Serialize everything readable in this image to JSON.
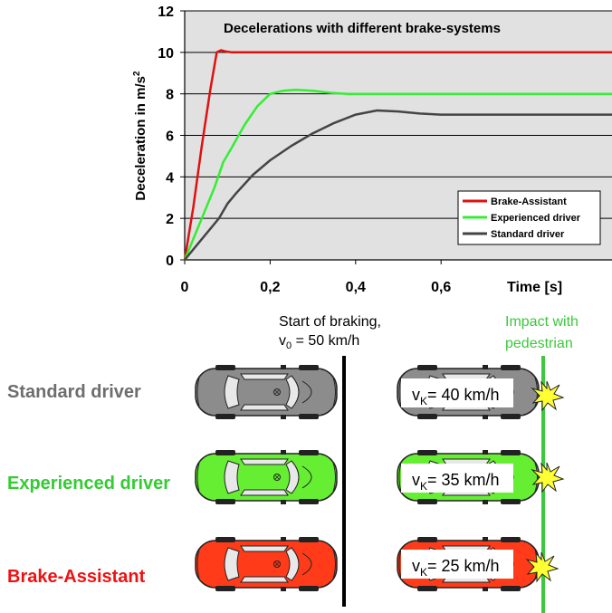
{
  "chart_data": {
    "type": "line",
    "title": "Decelerations with different brake-systems",
    "xlabel": "Time [s]",
    "ylabel_main": "Deceleration in m/s",
    "ylabel_sup": "2",
    "xlim": [
      0,
      1.0
    ],
    "ylim": [
      0,
      12
    ],
    "x_ticks": [
      0,
      0.2,
      0.4,
      0.6
    ],
    "x_tick_labels": [
      "0",
      "0,2",
      "0,4",
      "0,6"
    ],
    "y_ticks": [
      0,
      2,
      4,
      6,
      8,
      10,
      12
    ],
    "y_tick_labels": [
      "0",
      "2",
      "4",
      "6",
      "8",
      "10",
      "12"
    ],
    "grid": "horizontal",
    "legend_position": "bottom-right",
    "series": [
      {
        "name": "Brake-Assistant",
        "color": "#e01010",
        "x": [
          0,
          0.02,
          0.04,
          0.06,
          0.075,
          0.085,
          0.095,
          0.11,
          0.2,
          0.4,
          0.6,
          0.8,
          1.0
        ],
        "y": [
          0,
          2.5,
          5.5,
          8.2,
          10.0,
          10.1,
          10.05,
          10.0,
          10.0,
          10.0,
          10.0,
          10.0,
          10.0
        ]
      },
      {
        "name": "Experienced driver",
        "color": "#33ee33",
        "x": [
          0,
          0.04,
          0.07,
          0.09,
          0.11,
          0.14,
          0.17,
          0.2,
          0.23,
          0.26,
          0.3,
          0.34,
          0.38,
          0.4,
          0.5,
          0.6,
          0.8,
          1.0
        ],
        "y": [
          0,
          2.0,
          3.5,
          4.7,
          5.4,
          6.5,
          7.4,
          8.0,
          8.15,
          8.2,
          8.15,
          8.05,
          8.0,
          8.0,
          8.0,
          8.0,
          8.0,
          8.0
        ]
      },
      {
        "name": "Standard driver",
        "color": "#444444",
        "x": [
          0,
          0.04,
          0.08,
          0.1,
          0.12,
          0.16,
          0.2,
          0.25,
          0.3,
          0.35,
          0.4,
          0.45,
          0.5,
          0.55,
          0.6,
          0.8,
          1.0
        ],
        "y": [
          0,
          1.0,
          2.0,
          2.7,
          3.2,
          4.1,
          4.8,
          5.5,
          6.1,
          6.6,
          7.0,
          7.2,
          7.15,
          7.05,
          7.0,
          7.0,
          7.0
        ]
      }
    ]
  },
  "scenario": {
    "braking_label_line1": "Start of braking,",
    "braking_label_v": "v",
    "braking_label_sub": "0",
    "braking_label_rest": " = 50 km/h",
    "impact_label_line1": "Impact with",
    "impact_label_line2": "pedestrian",
    "impact_color": "#3cc83c",
    "rows": [
      {
        "label": "Standard driver",
        "label_color": "#6e6e6e",
        "car_color": "#8c8c8c",
        "speed_v": "v",
        "speed_sub": "K",
        "speed_rest": "= 40 km/h"
      },
      {
        "label": "Experienced driver",
        "label_color": "#33cc33",
        "car_color": "#66ee33",
        "speed_v": "v",
        "speed_sub": "K",
        "speed_rest": "= 35 km/h"
      },
      {
        "label": "Brake-Assistant",
        "label_color": "#ee1111",
        "car_color": "#ff3b1a",
        "speed_v": "v",
        "speed_sub": "K",
        "speed_rest": "= 25 km/h"
      }
    ]
  }
}
